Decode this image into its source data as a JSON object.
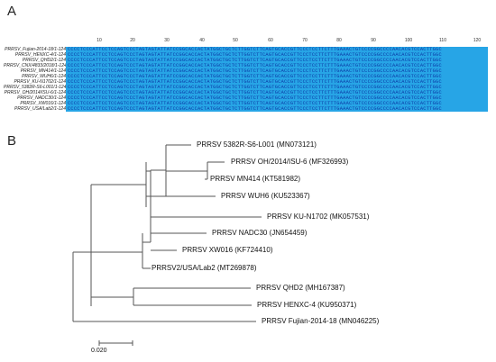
{
  "panels": {
    "a": "A",
    "b": "B"
  },
  "alignment": {
    "ruler_ticks": [
      "10",
      "20",
      "30",
      "40",
      "50",
      "60",
      "70",
      "80",
      "90",
      "100",
      "110",
      "120"
    ],
    "sequence_names": [
      "PRRSV_Fujian-2014-18/1-124",
      "PRRSV_HENXC-4/1-124",
      "PRRSV_QHD2/1-124",
      "PRRSV_CNX/4833/2018/1-124",
      "PRRSV_MN414/1-124",
      "PRRSV_WUH6/1-124",
      "PRRSV_KU-N1702/1-124",
      "PRRSV_5382R-S6-L001/1-124",
      "PRRSV_OH/2014/ISU-6/1-124",
      "PRRSV_NADC30/1-124",
      "PRRSV_XW016/1-124",
      "PRRSV_USA/Lab2/1-124"
    ],
    "sequence_rows": [
      "CCCCTCCCATTCCTCCAGTCCCTAGTAGTATTATCCGGCACCACTATGGCTGCTCTTGGTCTTCAGTGCACCGTTCCCTCCTTCTTTGAAACTGTCCCCGGCCCCAACACGTCCACTTGGC",
      "CCCCTCCCATTCCTCCAGTCCCTAGTAGTATTATCCGGCACCACTATGGCTGCTCTTGGTCTTCAGTGCACCGTTCCCTCCTTCTTTGAAACTGTCCCCGGCCCCAACACGTCCACTTGGC",
      "CCCCTCCCATTCCTCCAGTCCCTAGTAGTATTATCCGGCACCACTATGGCTGCTCTTGGTCTTCAGTGCACCGTTCCCTCCTTCTTTGAAACTGTCCCCGGCCCCAACACGTCCACTTGGC",
      "CCCCTCCCATTCCTCCAGTCCCTAGTAGTATTATCCGGCACCACTATGGCTGCTCTTGGTCTTCAGTGCACCGTTCCCTCCTTCTTTGAAACTGTCCCCGGCCCCAACACGTCCACTTGGC",
      "CCCCTCCCATTCCTCCAGTCCCTAGTAGTATTATCCGGCACCACTATGGCTGCTCTTGGTCTTCAGTGCACCGTTCCCTCCTTCTTTGAAACTGTCCCCGGCCCCAACACGTCCACTTGGC",
      "CCCCTCCCATTCCTCCAGTCCCTAGTAGTATTATCCGGCACCACTATGGCTGCTCTTGGTCTTCAGTGCACCGTTCCCTCCTTCTTTGAAACTGTCCCCGGCCCCAACACGTCCACTTGGC",
      "CCCCTCCCATTCCTCCAGTCCCTAGTAGTATTATCCGGCACCACTATGGCTGCTCTTGGTCTTCAGTGCACCGTTCCCTCCTTCTTTGAAACTGTCCCCGGCCCCAACACGTCCACTTGGC",
      "CCCCTCCCATTCCTCCAGTCCCTAGTAGTATTATCCGGCACCACTATGGCTGCTCTTGGTCTTCAGTGCACCGTTCCCTCCTTCTTTGAAACTGTCCCCGGCCCCAACACGTCCACTTGGC",
      "CCCCTCCCATTCCTCCAGTCCCTAGTAGTATTATCCGGCACCACTATGGCTGCTCTTGGTCTTCAGTGCACCGTTCCCTCCTTCTTTGAAACTGTCCCCGGCCCCAACACGTCCACTTGGC",
      "CCCCTCCCATTCCTCCAGTCCCTAGTAGTATTATCCGGCACCACTATGGCTGCTCTTGGTCTTCAGTGCACCGTTCCCTCCTTCTTTGAAACTGTCCCCGGCCCCAACACGTCCACTTGGC",
      "CCCCTCCCATTCCTCCAGTCCCTAGTAGTATTATCCGGCACCACTATGGCTGCTCTTGGTCTTCAGTGCACCGTTCCCTCCTTCTTTGAAACTGTCCCCGGCCCCAACACGTCCACTTGGC",
      "CCCCTCCCATTCCTCCAGTCCCTAGTAGTATTATCCGGCACCACTATGGCTGCTCTTGGTCTTCAGTGCACCGTTCCCTCCTTCTTTGAAACTGTCCCCGGCCCCAACACGTCCACTTGGC"
    ],
    "highlight_color": "#27a5e6",
    "text_color": "#0b3aa6"
  },
  "tree": {
    "leaves": [
      "PRRSV  5382R-S6-L001 (MN073121)",
      "PRRSV  OH/2014/ISU-6  (MF326993)",
      "PRRSV  MN414  (KT581982)",
      "PRRSV  WUH6  (KU523367)",
      "PRRSV  KU-N1702  (MK057531)",
      "PRRSV  NADC30  (JN654459)",
      "PRRSV  XW016  (KF724410)",
      "PRRSV2/USA/Lab2  (MT269878)",
      "PRRSV  QHD2  (MH167387)",
      "PRRSV  HENXC-4  (KU950371)",
      "PRRSV  Fujian-2014-18  (MN046225)"
    ],
    "scale_label": "0.020"
  }
}
